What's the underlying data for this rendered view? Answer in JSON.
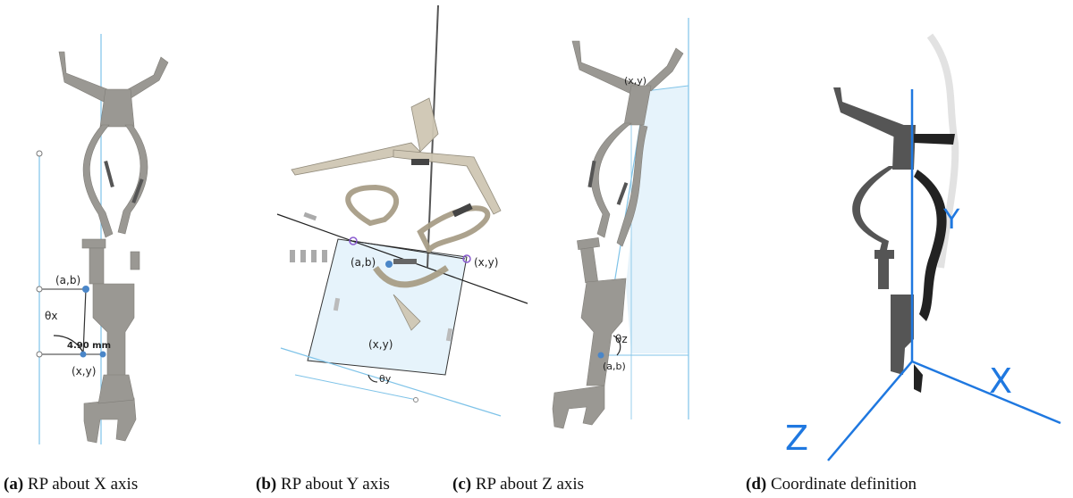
{
  "panels": {
    "a": {
      "label_ab": "(a,b)",
      "label_xy": "(x,y)",
      "label_theta": "θx",
      "label_dim": "4.90 mm",
      "caption_tag": "(a)",
      "caption_text": " RP about X axis"
    },
    "b": {
      "label_ab": "(a,b)",
      "label_xy_top": "(x,y)",
      "label_xy_mid": "(x,y)",
      "label_theta": "θy",
      "caption_tag": "(b)",
      "caption_text": " RP about Y axis"
    },
    "c": {
      "label_xy": "(x,y)",
      "label_ab": "(a,b)",
      "label_theta": "θz",
      "caption_tag": "(c)",
      "caption_text": " RP about Z axis"
    },
    "d": {
      "axis_y": "Y",
      "axis_x": "X",
      "axis_z": "Z",
      "caption_tag": "(d)",
      "caption_text": " Coordinate definition"
    }
  },
  "colors": {
    "part": "#9a9893",
    "part_dark": "#2a2a2a",
    "axis_blue": "#1f78e0",
    "guide_blue": "#7fc3e8",
    "plane_fill": "#e6f3fb"
  }
}
